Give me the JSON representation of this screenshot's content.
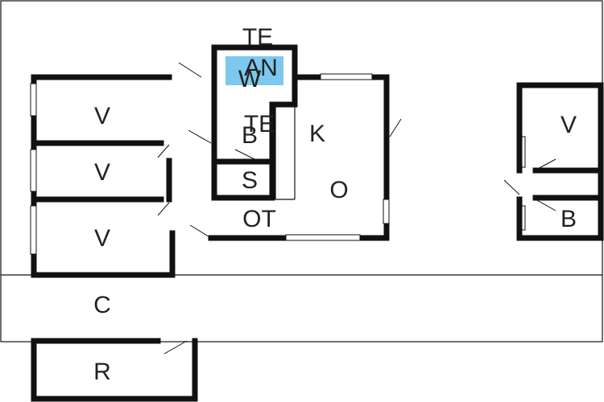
{
  "highlight_color": "#7cc8ee",
  "rooms": {
    "v1": "V",
    "v2": "V",
    "v3": "V",
    "v4": "V",
    "c": "C",
    "r": "R",
    "k": "K",
    "o": "O",
    "ot": "OT",
    "b1": "B",
    "b2": "B",
    "s": "S",
    "te1": "TE",
    "te2": "TE",
    "an": "AN",
    "w": "W"
  }
}
